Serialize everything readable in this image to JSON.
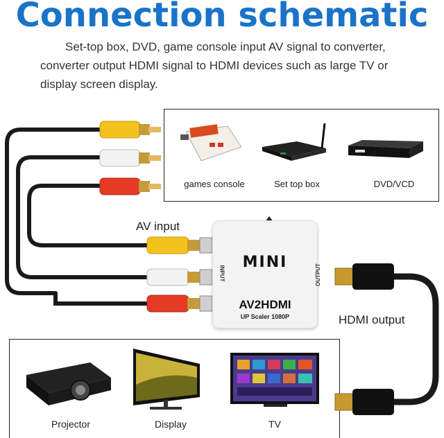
{
  "title": "Connection schematic",
  "description": {
    "line1": "Set-top box, DVD, game console input AV signal to converter,",
    "line2": "converter output HDMI signal to HDMI devices such as large TV or",
    "line3": "display screen display."
  },
  "sources": [
    {
      "label": "games console",
      "icon": "game-console-icon"
    },
    {
      "label": "Set top box",
      "icon": "set-top-box-icon"
    },
    {
      "label": "DVD/VCD",
      "icon": "dvd-player-icon"
    }
  ],
  "av_input_label": "AV input",
  "hdmi_output_label": "HDMI output",
  "adapter": {
    "logo": "MINI",
    "model": "AV2HDMI",
    "subtitle": "UP Scaler 1080P",
    "input_side": "INPUT",
    "output_side": "OUTPUT"
  },
  "displays": [
    {
      "label": "Projector",
      "icon": "projector-icon"
    },
    {
      "label": "Display",
      "icon": "monitor-icon"
    },
    {
      "label": "TV",
      "icon": "tv-icon"
    }
  ],
  "colors": {
    "title": "#1a73c9",
    "rca_yellow": "#f4c21c",
    "rca_white": "#f2f2f2",
    "rca_red": "#e53b25",
    "cable": "#1a1a1a"
  }
}
